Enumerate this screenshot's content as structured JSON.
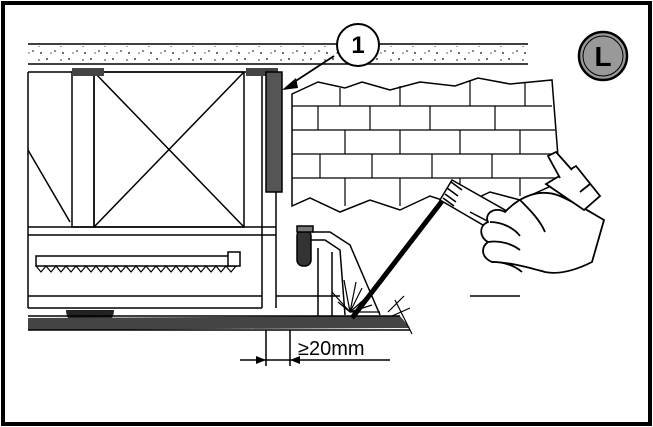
{
  "figure": {
    "callout_number": "1",
    "panel_letter": "L",
    "dimension_label": "≥20mm"
  },
  "colors": {
    "ink": "#000000",
    "gate_post": "#555555",
    "background": "#ffffff"
  },
  "icons": {
    "callout": "numbered-callout-circle",
    "panel": "panel-letter-badge",
    "tool": "welding-torch-icon"
  }
}
